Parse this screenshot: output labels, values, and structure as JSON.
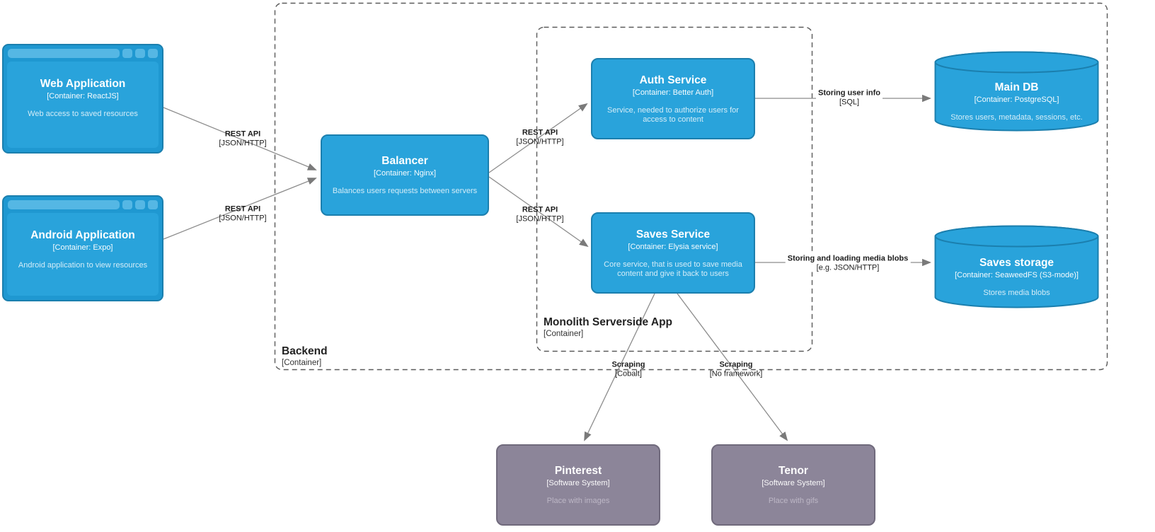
{
  "nodes": {
    "web_app": {
      "title": "Web Application",
      "subtitle": "[Container: ReactJS]",
      "description": "Web access to saved resources"
    },
    "android_app": {
      "title": "Android Application",
      "subtitle": "[Container: Expo]",
      "description": "Android application to view resources"
    },
    "balancer": {
      "title": "Balancer",
      "subtitle": "[Container: Nginx]",
      "description": "Balances users requests between servers"
    },
    "auth_service": {
      "title": "Auth Service",
      "subtitle": "[Container: Better Auth]",
      "description": "Service, needed to authorize users for access to content"
    },
    "saves_service": {
      "title": "Saves Service",
      "subtitle": "[Container: Elysia service]",
      "description": "Core service, that is used to save media content and give it back to users"
    },
    "main_db": {
      "title": "Main DB",
      "subtitle": "[Container: PostgreSQL]",
      "description": "Stores users, metadata, sessions, etc."
    },
    "saves_storage": {
      "title": "Saves storage",
      "subtitle": "[Container: SeaweedFS (S3-mode)]",
      "description": "Stores media blobs"
    },
    "pinterest": {
      "title": "Pinterest",
      "subtitle": "[Software System]",
      "description": "Place with images"
    },
    "tenor": {
      "title": "Tenor",
      "subtitle": "[Software System]",
      "description": "Place with gifs"
    }
  },
  "boundaries": {
    "backend": {
      "title": "Backend",
      "subtitle": "[Container]"
    },
    "monolith": {
      "title": "Monolith Serverside App",
      "subtitle": "[Container]"
    }
  },
  "edges": {
    "web_to_balancer": {
      "label": "REST API",
      "tech": "[JSON/HTTP]"
    },
    "android_to_balancer": {
      "label": "REST API",
      "tech": "[JSON/HTTP]"
    },
    "balancer_to_auth": {
      "label": "REST API",
      "tech": "[JSON/HTTP]"
    },
    "balancer_to_saves": {
      "label": "REST API",
      "tech": "[JSON/HTTP]"
    },
    "auth_to_maindb": {
      "label": "Storing user info",
      "tech": "[SQL]"
    },
    "saves_to_storage": {
      "label": "Storing and loading media blobs",
      "tech": "[e.g. JSON/HTTP]"
    },
    "saves_to_pinterest": {
      "label": "Scraping",
      "tech": "[Cobalt]"
    },
    "saves_to_tenor": {
      "label": "Scraping",
      "tech": "[No framework]"
    }
  },
  "colors": {
    "container_fill": "#29A3DB",
    "container_border": "#1B7FAE",
    "browser_frame": "#1F98D1",
    "browser_pill": "#55B7E4",
    "external_fill": "#8C8599",
    "external_border": "#706A7C",
    "line": "#8C8C8C",
    "arrowhead": "#7A7A7A",
    "boundary": "#5A5A5A"
  }
}
